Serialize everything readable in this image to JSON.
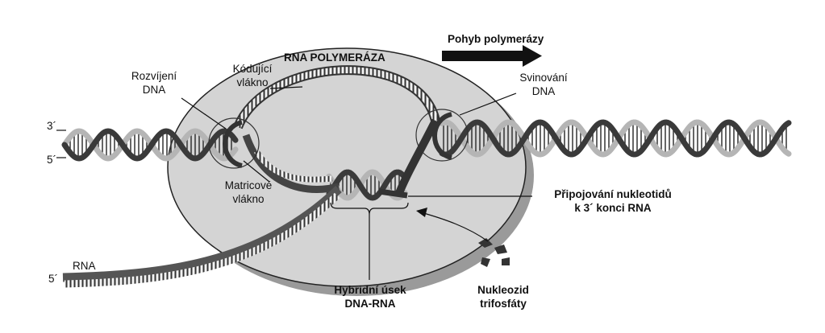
{
  "labels": {
    "polymerase_title": "RNA POLYMERÁZA",
    "polymerase_motion": "Pohyb polymerázy",
    "unwinding": [
      "Rozvíjení",
      "DNA"
    ],
    "coding_strand": [
      "Kódující",
      "vlákno"
    ],
    "rewinding": [
      "Svinování",
      "DNA"
    ],
    "template_strand": [
      "Matricové",
      "vlákno"
    ],
    "nucleotide_addition": [
      "Připojování nukleotidů",
      "k 3´ konci RNA"
    ],
    "hybrid_region": [
      "Hybridní úsek",
      "DNA-RNA"
    ],
    "nucleoside_triphosphates": [
      "Nukleozid",
      "trifosfáty"
    ],
    "rna": "RNA",
    "end_3_prime": "3´",
    "end_5_prime_dna": "5´",
    "end_5_prime_rna": "5´"
  },
  "colors": {
    "ellipse_fill": "#d4d4d4",
    "ellipse_shadow": "#9a9a9a",
    "strand_dark": "#3a3a3a",
    "strand_light": "#b5b5b5",
    "ink": "#111111"
  }
}
